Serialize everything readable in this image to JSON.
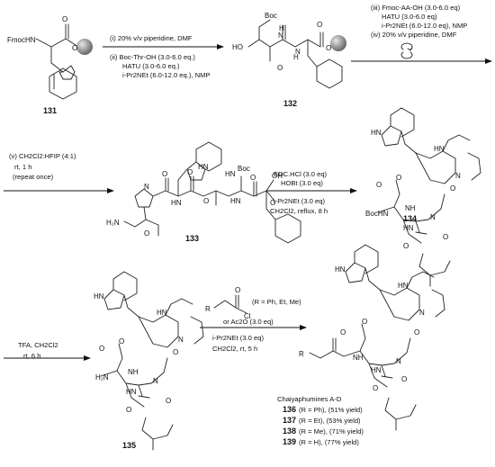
{
  "compounds": {
    "c131": "131",
    "c132": "132",
    "c133": "133",
    "c134": "134",
    "c135": "135"
  },
  "atoms": {
    "fmochn": "FmocHN",
    "boc": "Boc",
    "h": "H",
    "n": "N",
    "ho": "HO",
    "o": "O",
    "oh": "OH",
    "hn": "HN",
    "nh": "NH",
    "hn_boc": "HN",
    "h2n": "H₂N",
    "bochn": "BocHN",
    "cl": "Cl",
    "r": "R"
  },
  "step1": {
    "line1": "(i) 20% v/v piperidine, DMF",
    "line2": "(ii) Boc-Thr-OH (3.0-6.0 eq.)",
    "line3": "HATU (3.0-6.0 eq.)",
    "line4": "i-Pr2NEt (6.0-12.0 eq.), NMP"
  },
  "step2": {
    "line1": "(iii) Fmoc-AA-OH (3.0-6.0 eq)",
    "line2": "HATU (3.0-6.0 eq)",
    "line3": "i-Pr2NEt (6.0-12.0 eq), NMP",
    "line4": "(iv) 20% v/v piperidine, DMF"
  },
  "step3": {
    "line1": "(v) CH2Cl2:HFIP (4:1)",
    "line2": "rt, 1 h",
    "line3": "(repeat once)"
  },
  "step4": {
    "line1": "EDC.HCl (3.0 eq)",
    "line2": "HOBt (3.0 eq)",
    "line3": "i-Pr2NEt (3.0 eq)",
    "line4": "CH2Cl2, reflux, 8 h"
  },
  "step5": {
    "line1": "TFA, CH2Cl2",
    "line2": "rt, 6 h"
  },
  "step6": {
    "rgroup": "(R = Ph, Et, Me)",
    "line1": "or Ac2O (3.0 eq)",
    "line2": "i-Pr2NEt (3.0 eq)",
    "line3": "CH2Cl2, rt, 5 h"
  },
  "products": {
    "title": "Chaiyaphumines A-D",
    "items": [
      {
        "num": "136",
        "text": "(R = Ph), (51% yield)"
      },
      {
        "num": "137",
        "text": "(R = Et), (53% yield)"
      },
      {
        "num": "138",
        "text": "(R = Me), (71% yield)"
      },
      {
        "num": "139",
        "text": "(R = H), (77% yield)"
      }
    ]
  },
  "colors": {
    "bond": "#222222",
    "resin_light": "#d8d8d8",
    "resin_dark": "#6a6a6a"
  }
}
